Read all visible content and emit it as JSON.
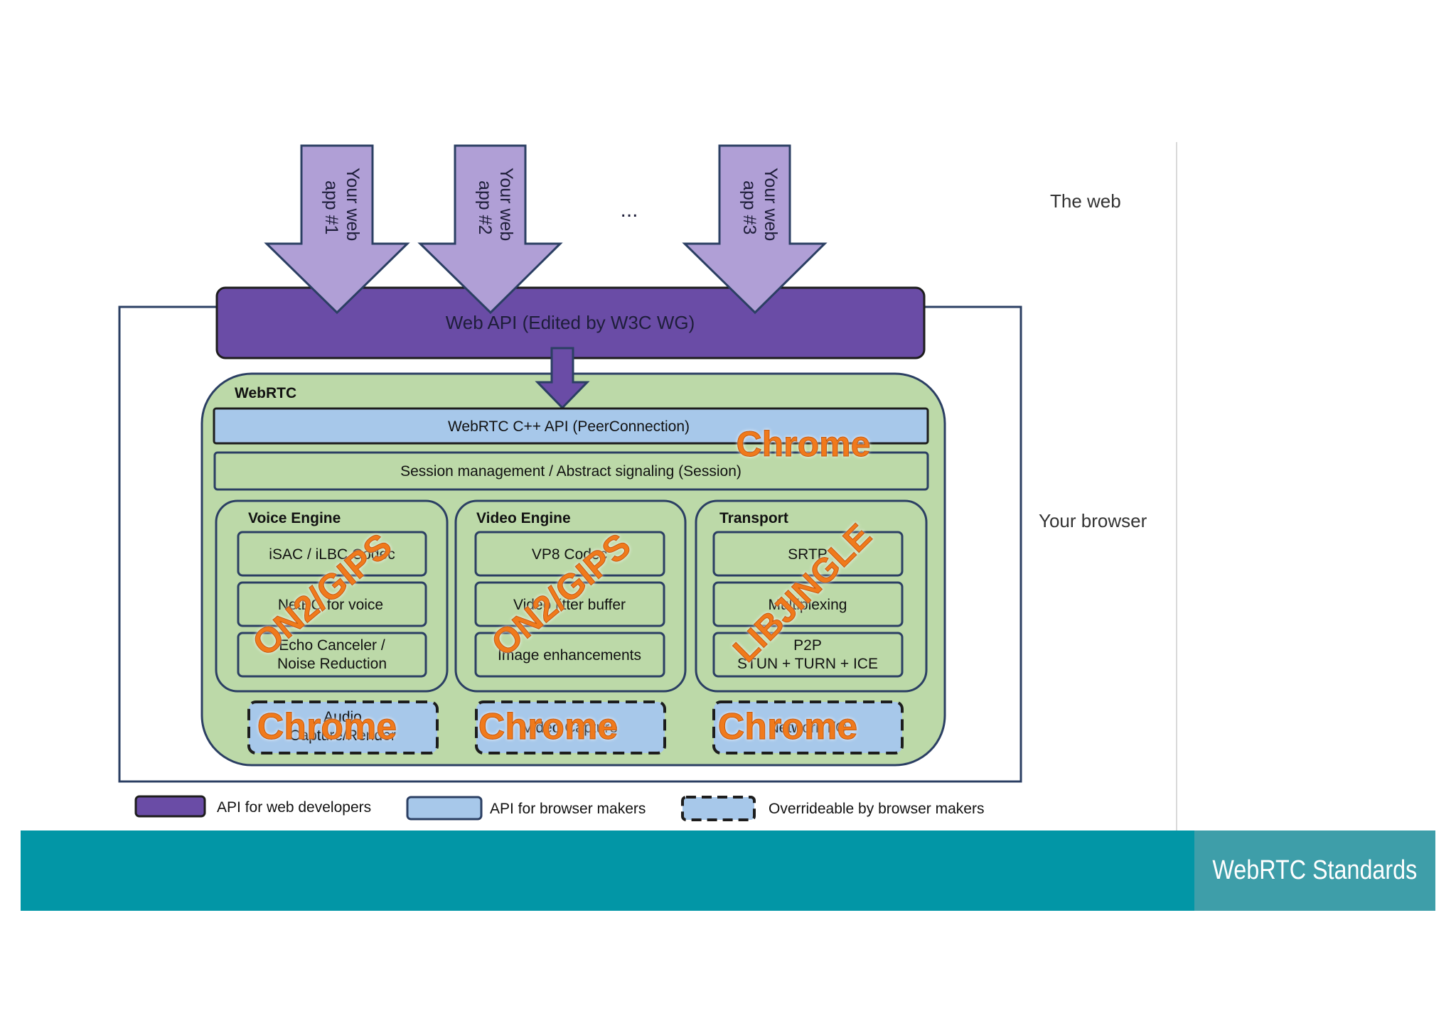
{
  "slide": {
    "footer_title": "WebRTC Standards",
    "side_labels": {
      "web": "The web",
      "browser": "Your browser"
    }
  },
  "diagram": {
    "apps": [
      {
        "line1": "Your web",
        "line2": "app #1"
      },
      {
        "line1": "Your web",
        "line2": "app #2"
      },
      {
        "line1": "Your web",
        "line2": "app #3"
      }
    ],
    "ellipsis": "...",
    "web_api": "Web API (Edited by W3C WG)",
    "webrtc_title": "WebRTC",
    "cpp_api": "WebRTC C++ API (PeerConnection)",
    "session": "Session management / Abstract signaling (Session)",
    "engines": [
      {
        "title": "Voice Engine",
        "items": [
          [
            "iSAC / iLBC Codec"
          ],
          [
            "NetEQ for voice"
          ],
          [
            "Echo Canceler /",
            "Noise Reduction"
          ]
        ]
      },
      {
        "title": "Video Engine",
        "items": [
          [
            "VP8 Codec"
          ],
          [
            "Video jitter buffer"
          ],
          [
            "Image enhancements"
          ]
        ]
      },
      {
        "title": "Transport",
        "items": [
          [
            "SRTP"
          ],
          [
            "Multiplexing"
          ],
          [
            "P2P",
            "STUN + TURN + ICE"
          ]
        ]
      }
    ],
    "capture": [
      [
        "Audio",
        "Capture/Render"
      ],
      [
        "Video Capture"
      ],
      [
        "Network I/O"
      ]
    ],
    "overlays": {
      "chrome": "Chrome",
      "on2gips": "ON2/GIPS",
      "libjingle": "LIBJINGLE"
    },
    "legend": [
      "API for web developers",
      "API for browser makers",
      "Overrideable by browser makers"
    ]
  },
  "colors": {
    "purple_dark": "#6a4ca6",
    "purple_light": "#b09fd6",
    "green": "#bcd9a8",
    "blue_light": "#a7c8ea",
    "navy": "#2b3f63",
    "orange": "#f07a1a",
    "teal": "#0296a6"
  }
}
